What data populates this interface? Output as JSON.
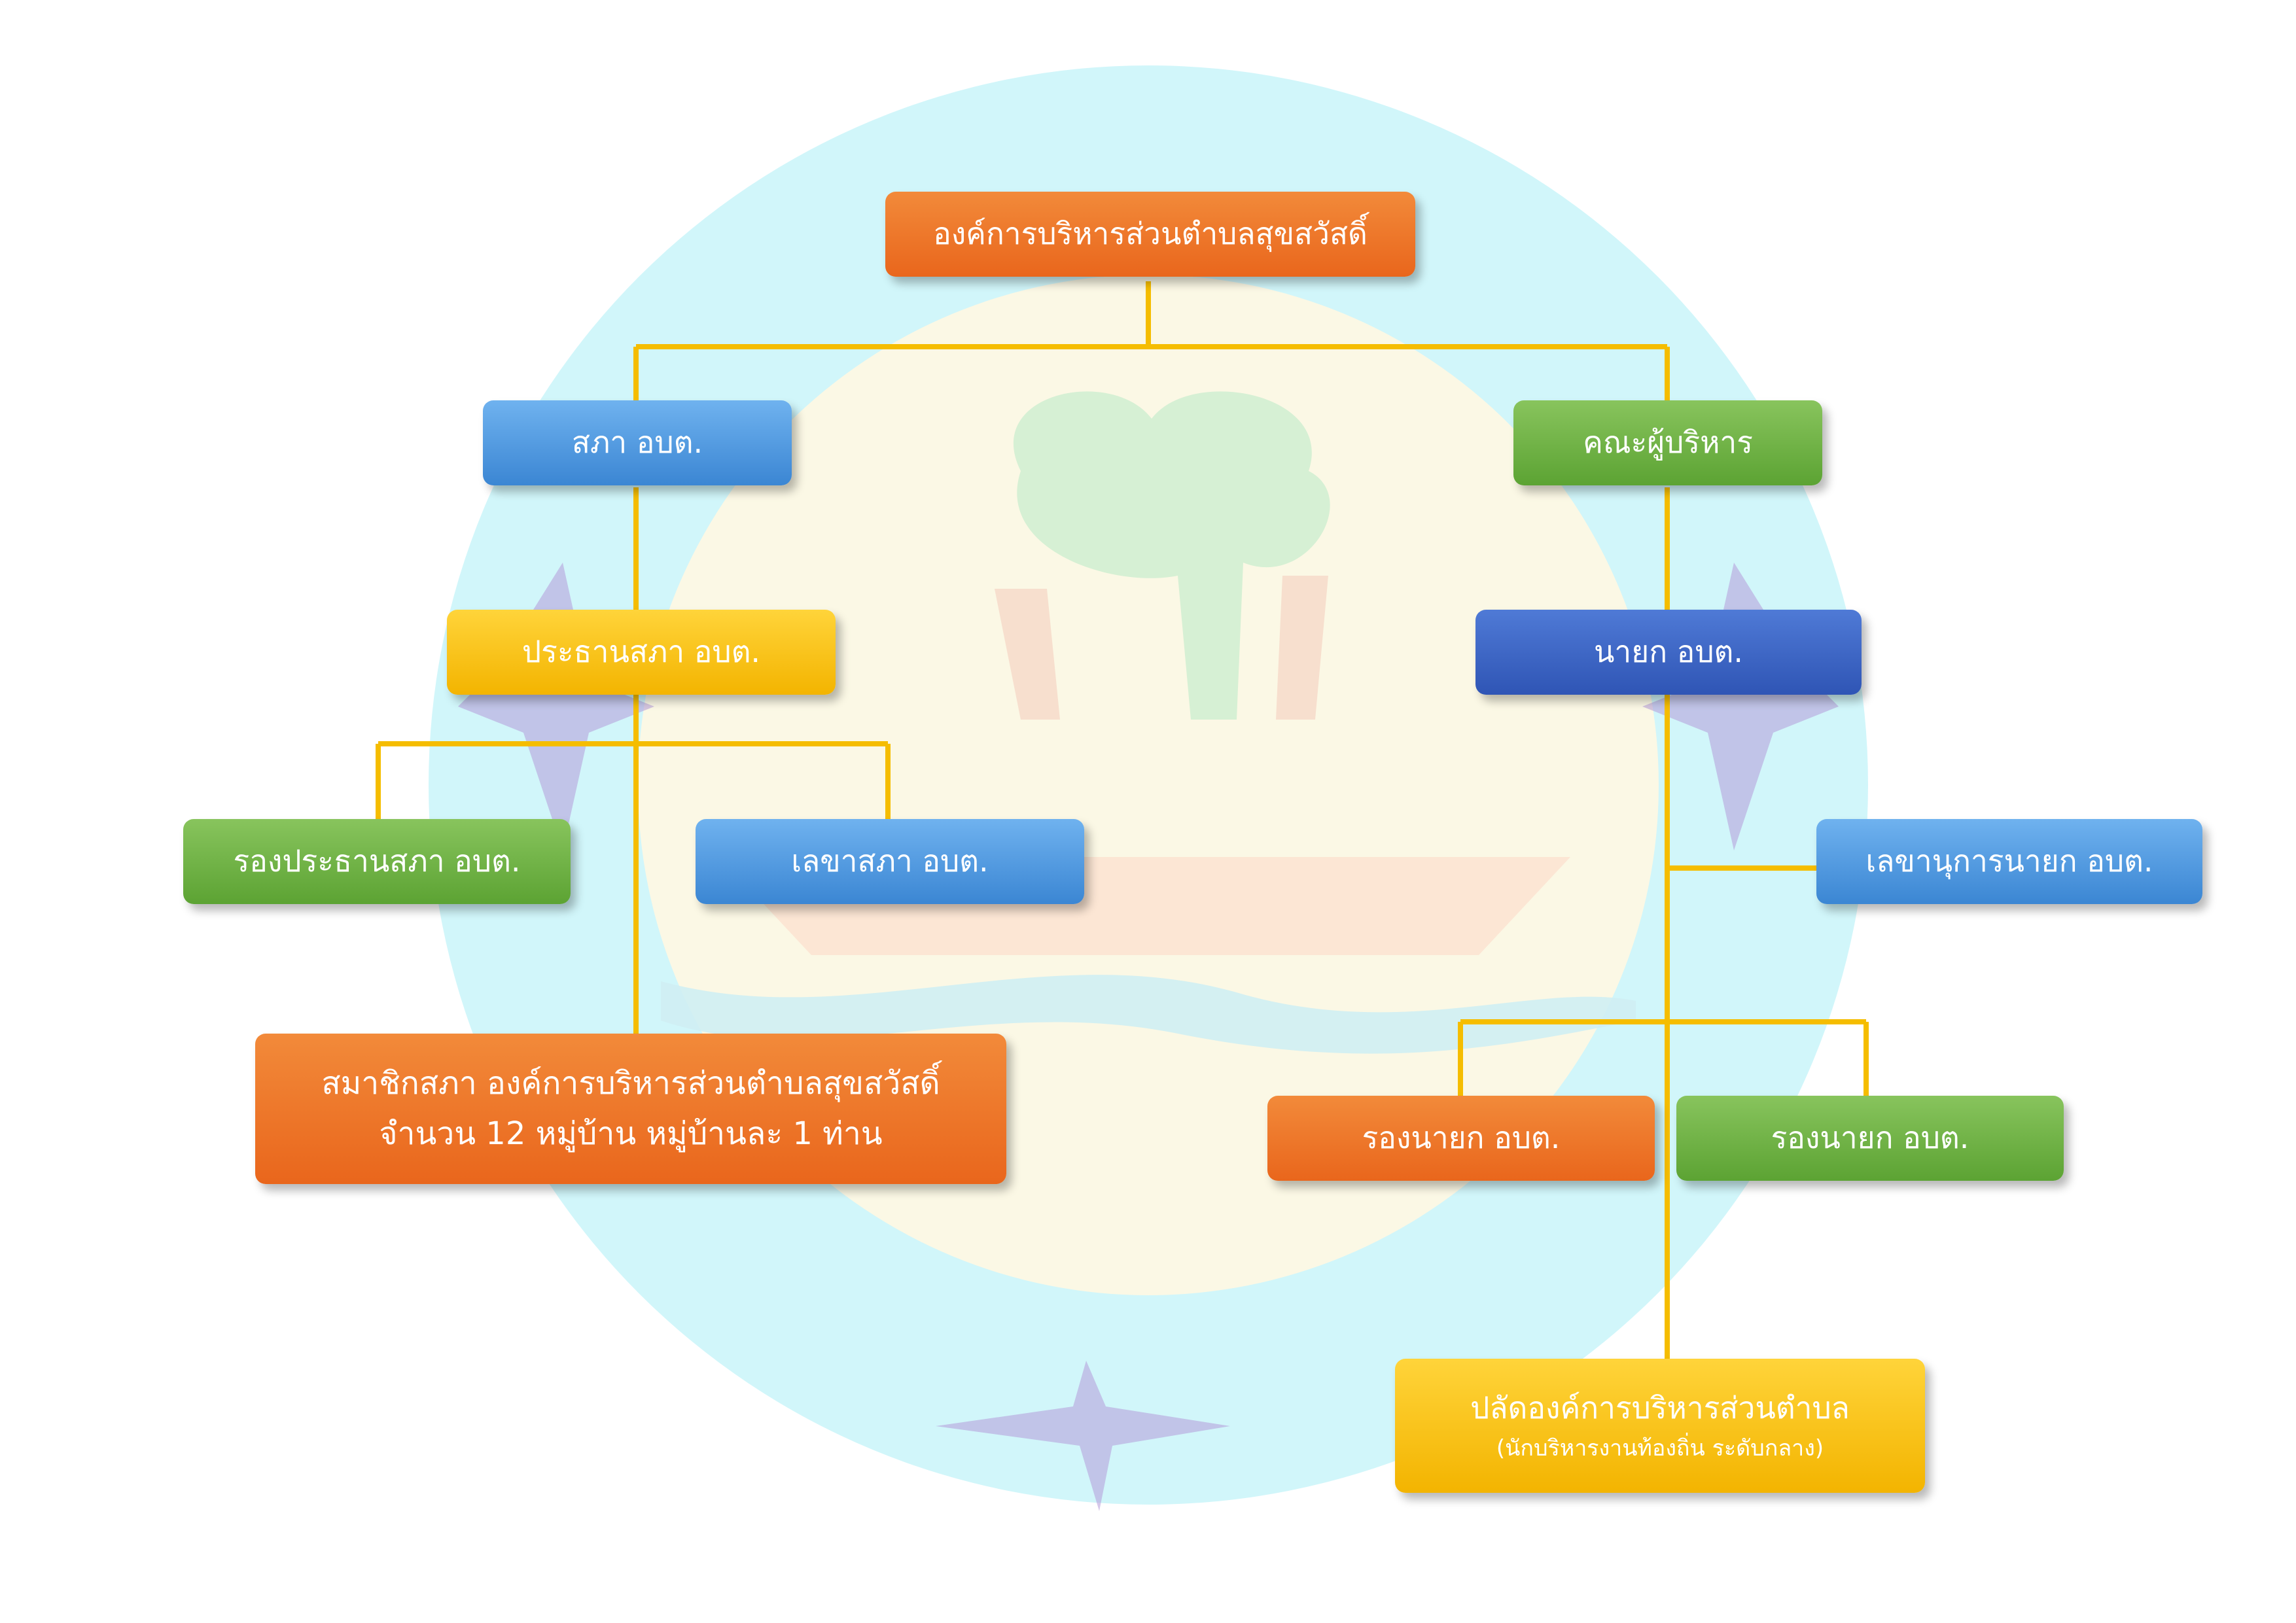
{
  "colors": {
    "connector": "#f5bd00",
    "seal_ring": "#b9f1f7",
    "seal_inner": "#fdf8e4",
    "seal_mark": "#b49ad8"
  },
  "nodes": {
    "root": "องค์การบริหารส่วนตำบลสุขสวัสดิ์",
    "council": "สภา อบต.",
    "executive": "คณะผู้บริหาร",
    "council_chair": "ประธานสภา อบต.",
    "mayor": "นายก อบต.",
    "vice_chair": "รองประธานสภา อบต.",
    "council_secretary": "เลขาสภา อบต.",
    "mayor_secretary": "เลขานุการนายก อบต.",
    "members_line1": "สมาชิกสภา องค์การบริหารส่วนตำบลสุขสวัสดิ์",
    "members_line2": "จำนวน 12 หมู่บ้าน หมู่บ้านละ 1 ท่าน",
    "deputy_mayor_1": "รองนายก อบต.",
    "deputy_mayor_2": "รองนายก อบต.",
    "clerk_title": "ปลัดองค์การบริหารส่วนตำบล",
    "clerk_subtitle": "(นักบริหารงานท้องถิ่น ระดับกลาง)"
  }
}
